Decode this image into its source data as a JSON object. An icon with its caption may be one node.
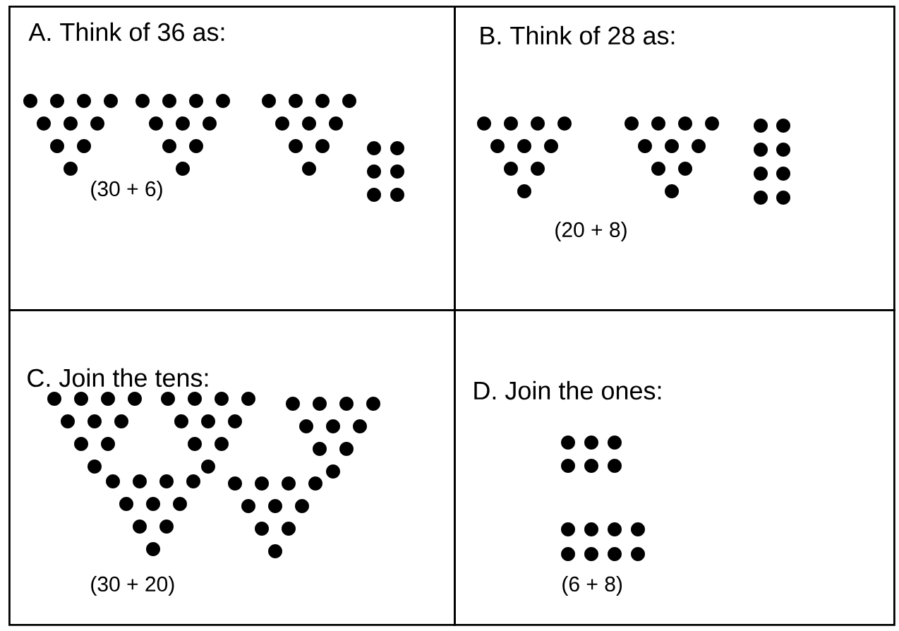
{
  "diagram": {
    "nodes": [
      {
        "text": [
          "A. Think of 36 as:",
          "(30 + 6)"
        ]
      },
      {
        "text": [
          "B. Think of 28 as:",
          "(20 + 8)"
        ]
      },
      {
        "text": [
          "C. Join the tens:",
          "(30 + 20)"
        ]
      },
      {
        "text": [
          "D. Join the ones:",
          "(6 + 8)"
        ]
      }
    ]
  }
}
